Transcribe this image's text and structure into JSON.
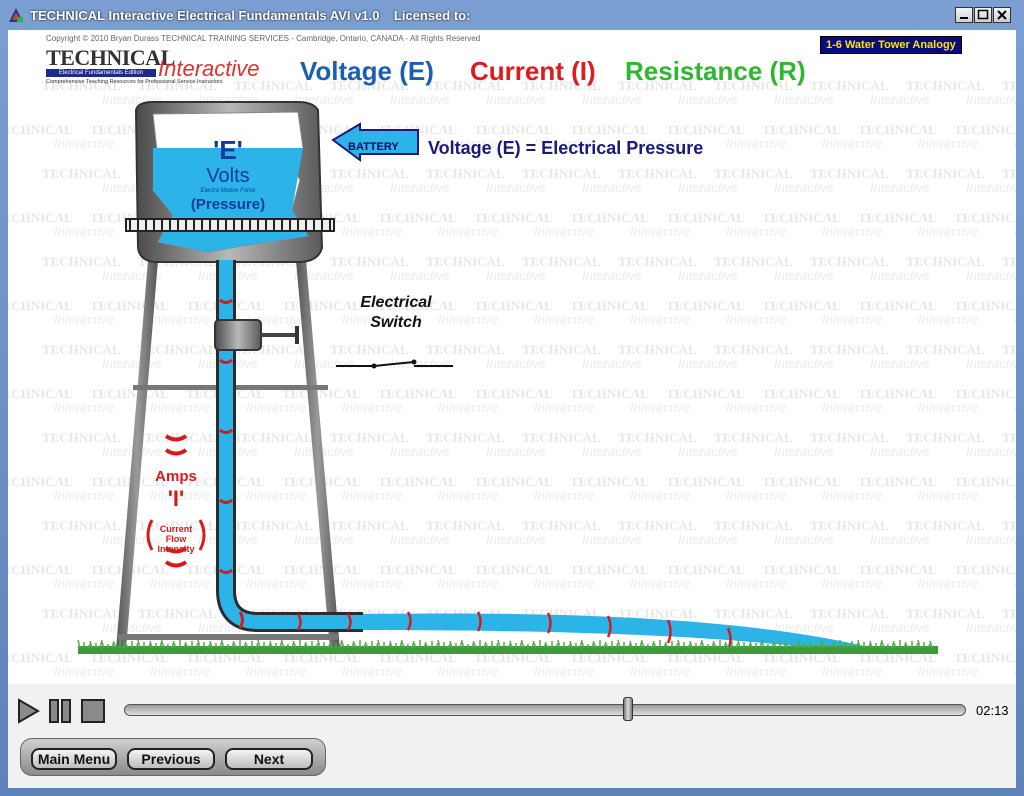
{
  "window": {
    "title": "TECHNICAL Interactive Electrical Fundamentals AVI v1.0    Licensed to:",
    "buttons": [
      "minimize",
      "maximize",
      "close"
    ]
  },
  "header": {
    "copyright": "Copyright © 2010 Bryan Durass TECHNICAL TRAINING SERVICES - Cambridge, Ontario, CANADA - All Rights Reserved",
    "logo_technical": "TECHNICAL",
    "logo_interactive": "Interactive",
    "logo_edition": "Electrical Fundamentals Edition",
    "logo_tagline": "Comprehensive Teaching Resources for Professional Service Instructors",
    "voltage": "Voltage (E)",
    "current": "Current (I)",
    "resistance": "Resistance (R)",
    "lesson_badge": "1-6 Water Tower Analogy"
  },
  "diagram": {
    "tank_E": "'E'",
    "tank_volts": "Volts",
    "tank_emf": "Electro Motive Force",
    "tank_pressure": "(Pressure)",
    "battery_label": "BATTERY",
    "voltage_caption": "Voltage (E) = Electrical Pressure",
    "switch_line1": "Electrical",
    "switch_line2": "Switch",
    "amps": "Amps",
    "amps_I": "'I'",
    "flow_line1": "Current",
    "flow_line2": "Flow",
    "flow_line3": "Intensity",
    "watermark_word1": "TECHNICAL",
    "watermark_word2": "Interactive"
  },
  "player": {
    "time": "02:13",
    "position": 0.6,
    "buttons": [
      "play",
      "pause",
      "stop"
    ]
  },
  "nav": {
    "main_menu": "Main Menu",
    "previous": "Previous",
    "next": "Next"
  },
  "colors": {
    "water": "#2cb3e8",
    "current_marks": "#d41c1c",
    "voltage_text": "#1a5fb4",
    "resistance_text": "#2db82d"
  }
}
